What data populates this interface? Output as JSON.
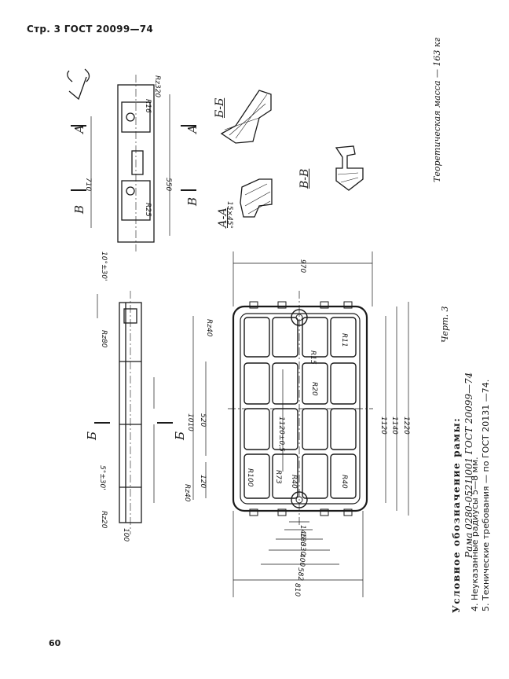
{
  "header": {
    "text": "Стр. 3 ГОСТ 20099—74"
  },
  "page_number": "60",
  "notes": {
    "title": "Условное обозначение рамы:",
    "designation": "Рама 0280-0521|001 ГОСТ 20099—74",
    "note_4": "4. Неуказанные радиусы 5—8 мм.",
    "note_5": "5. Технические требования — по ГОСТ 20131 —74."
  },
  "figure_label": "Черт. 3",
  "mass_label": "Теоретическая масса — 163 кг",
  "section_labels": {
    "aa": "А-А",
    "bb": "Б-Б",
    "vv": "В-В",
    "a": "А",
    "b": "Б",
    "v": "В"
  },
  "dims": {
    "d970": "970",
    "d810": "810",
    "d582": "582",
    "d400": "400",
    "d330": "330",
    "d180": "180",
    "d146": "146",
    "d1010": "1010",
    "d520": "520",
    "d120": "120",
    "d1220": "1220",
    "d1140": "1140",
    "d1120": "1120",
    "d1120t": "1120±0,5",
    "d710": "710",
    "d550": "550",
    "d100": "100",
    "r15": "R15",
    "r11": "R11",
    "r20": "R20",
    "r100": "R100",
    "r73": "R73",
    "r40a": "R40",
    "r40b": "R40",
    "r16": "R16",
    "r25": "R25",
    "rz40a": "Rz40",
    "rz40b": "Rz40",
    "rz80": "Rz80",
    "rz20": "Rz20",
    "rz320": "Rz320",
    "angle1": "10°±30'",
    "angle2": "5°±30'",
    "angle3": "15×45°"
  }
}
